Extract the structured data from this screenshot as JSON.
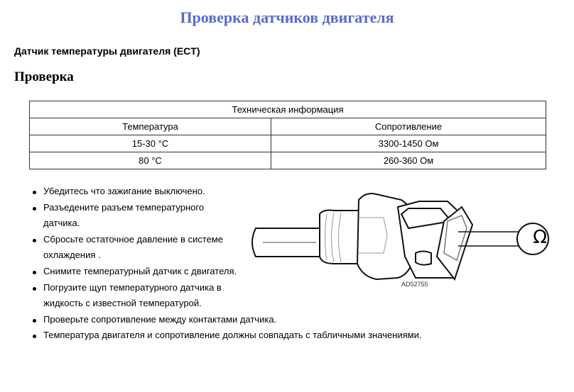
{
  "title": "Проверка датчиков двигателя",
  "subtitle": "Датчик температуры двигателя (ECT)",
  "section": "Проверка",
  "table": {
    "caption": "Техническая информация",
    "headers": [
      "Температура",
      "Сопротивление"
    ],
    "rows": [
      [
        "15-30 °C",
        "3300-1450 Ом"
      ],
      [
        "80 °C",
        "260-360 Ом"
      ]
    ]
  },
  "steps": [
    "Убедитесь что зажигание выключено.",
    "Разъедените разъем температурного датчика.",
    "Сбросьте остаточное давление в системе охлаждения .",
    "Снимите температурный датчик с двигателя.",
    "Погрузите щуп температурного датчика в жидкость с известной температурой.",
    "Проверьте сопротивление между контактами датчика.",
    "Температура двигателя и сопротивление должны совпадать с табличными значениями."
  ],
  "figure": {
    "label": "AD52755",
    "meter_symbol": "Ω"
  }
}
